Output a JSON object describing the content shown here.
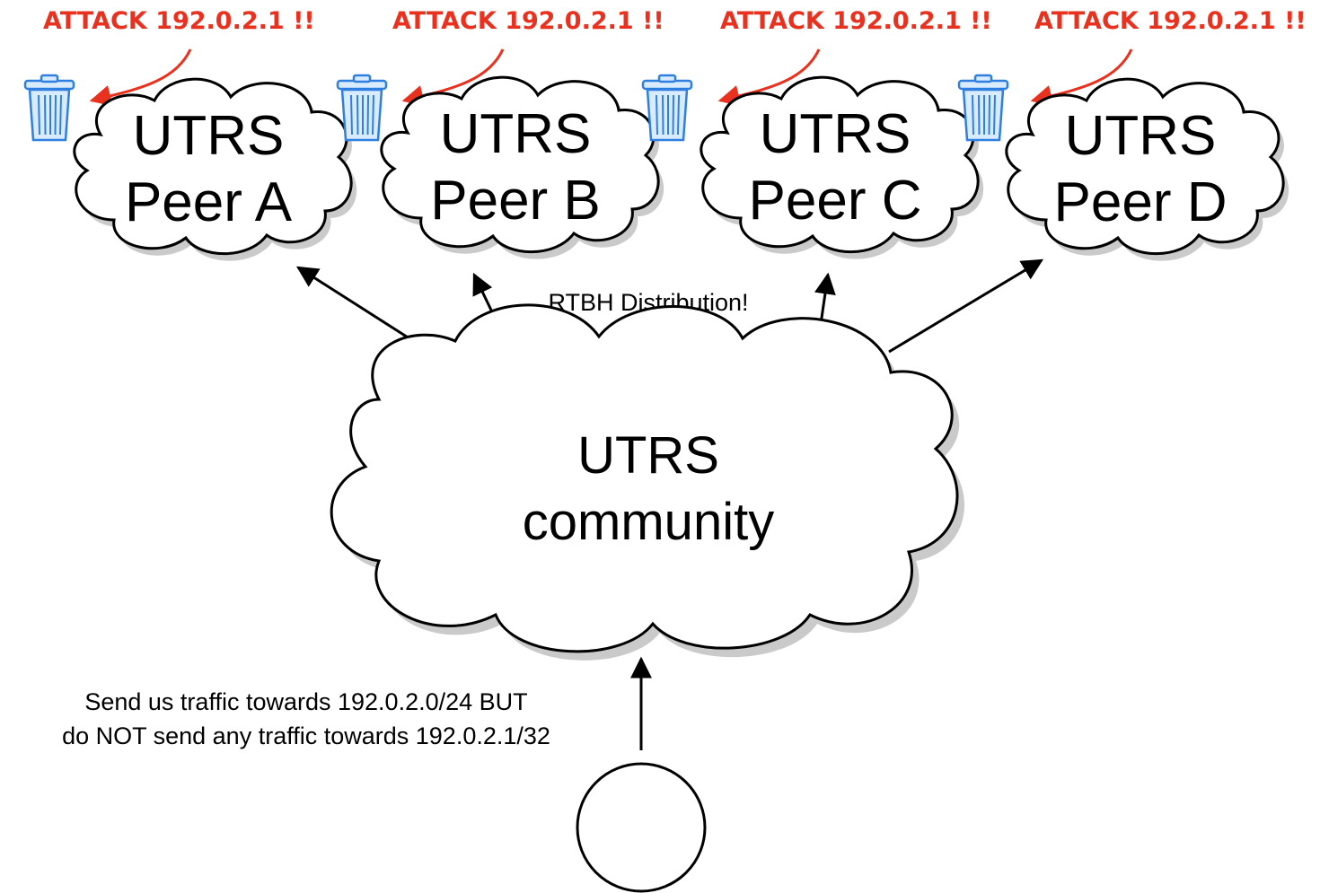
{
  "peers": [
    {
      "line1": "UTRS",
      "line2": "Peer A",
      "attack_label": "ATTACK 192.0.2.1 !!"
    },
    {
      "line1": "UTRS",
      "line2": "Peer B",
      "attack_label": "ATTACK 192.0.2.1 !!"
    },
    {
      "line1": "UTRS",
      "line2": "Peer C",
      "attack_label": "ATTACK 192.0.2.1 !!"
    },
    {
      "line1": "UTRS",
      "line2": "Peer D",
      "attack_label": "ATTACK 192.0.2.1 !!"
    }
  ],
  "community": {
    "line1": "UTRS",
    "line2": "community"
  },
  "distribution_label": "RTBH Distribution!",
  "announcement": {
    "line1": "Send us traffic towards 192.0.2.0/24 BUT",
    "line2": "do NOT send any traffic towards 192.0.2.1/32"
  },
  "colors": {
    "attack": "#e8321f",
    "trash": "#2f7fe0"
  },
  "icons": {
    "trash": "trash-can-icon"
  }
}
